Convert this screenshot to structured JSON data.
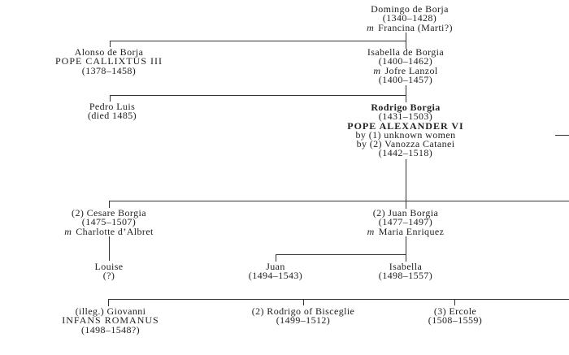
{
  "title": "Borgia family tree",
  "marriage_symbol": "m",
  "domingo": {
    "name": "Domingo de Borja",
    "dates": "(1340–1428)",
    "spouse": "Francina (Marti?)"
  },
  "alonso": {
    "name": "Alonso de Borja",
    "title": "POPE CALLIXTUS III",
    "dates": "(1378–1458)"
  },
  "isabella_borgia": {
    "name": "Isabella de Borgia",
    "dates": "(1400–1462)",
    "spouse": "Jofre Lanzol",
    "spouse_dates": "(1400–1457)"
  },
  "pedro": {
    "name": "Pedro Luis",
    "dates": "(died 1485)"
  },
  "rodrigo": {
    "name": "Rodrigo Borgia",
    "dates": "(1431–1503)",
    "title": "POPE ALEXANDER VI",
    "by1": "by (1) unknown women",
    "by2": "by (2) Vanozza Catanei",
    "by2_dates": "(1442–1518)"
  },
  "cesare": {
    "name": "(2) Cesare Borgia",
    "dates": "(1475–1507)",
    "spouse": "Charlotte d’Albret"
  },
  "juan_borgia": {
    "name": "(2) Juan Borgia",
    "dates": "(1477–1497)",
    "spouse": "Maria Enriquez"
  },
  "louise": {
    "name": "Louise",
    "dates": "(?)"
  },
  "juan": {
    "name": "Juan",
    "dates": "(1494–1543)"
  },
  "isabella": {
    "name": "Isabella",
    "dates": "(1498–1557)"
  },
  "giovanni": {
    "name": "(illeg.) Giovanni",
    "title": "INFANS ROMANUS",
    "dates": "(1498–1548?)"
  },
  "rodrigo_bisceglie": {
    "name": "(2) Rodrigo of Bisceglie",
    "dates": "(1499–1512)"
  },
  "ercole": {
    "name": "(3) Ercole",
    "dates": "(1508–1559)"
  }
}
